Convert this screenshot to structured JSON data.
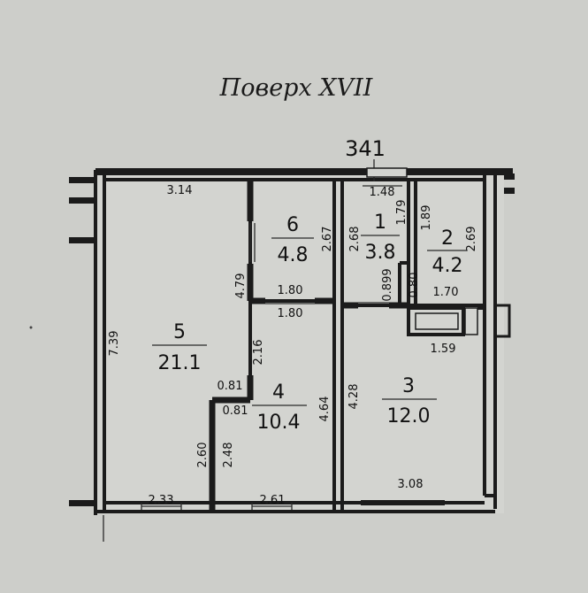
{
  "floor_title": "Поверх XVII",
  "apartment_number": "341",
  "rooms": [
    {
      "num": "1",
      "area": "3.8"
    },
    {
      "num": "2",
      "area": "4.2"
    },
    {
      "num": "3",
      "area": "12.0"
    },
    {
      "num": "4",
      "area": "10.4"
    },
    {
      "num": "5",
      "area": "21.1"
    },
    {
      "num": "6",
      "area": "4.8"
    }
  ],
  "dimensions": {
    "d314": "3.14",
    "d148": "1.48",
    "d179": "1.79",
    "d189": "1.89",
    "d269": "2.69",
    "d267": "2.67",
    "d268": "2.68",
    "d479": "4.79",
    "d180a": "1.80",
    "d180b": "1.80",
    "d0899": "0.899",
    "d080": "0.80",
    "d170": "1.70",
    "d159": "1.59",
    "d739": "7.39",
    "d216": "2.16",
    "d081a": "0.81",
    "d081b": "0.81",
    "d464": "4.64",
    "d428": "4.28",
    "d260": "2.60",
    "d248": "2.48",
    "d233": "2.33",
    "d261": "2.61",
    "d308": "3.08"
  }
}
